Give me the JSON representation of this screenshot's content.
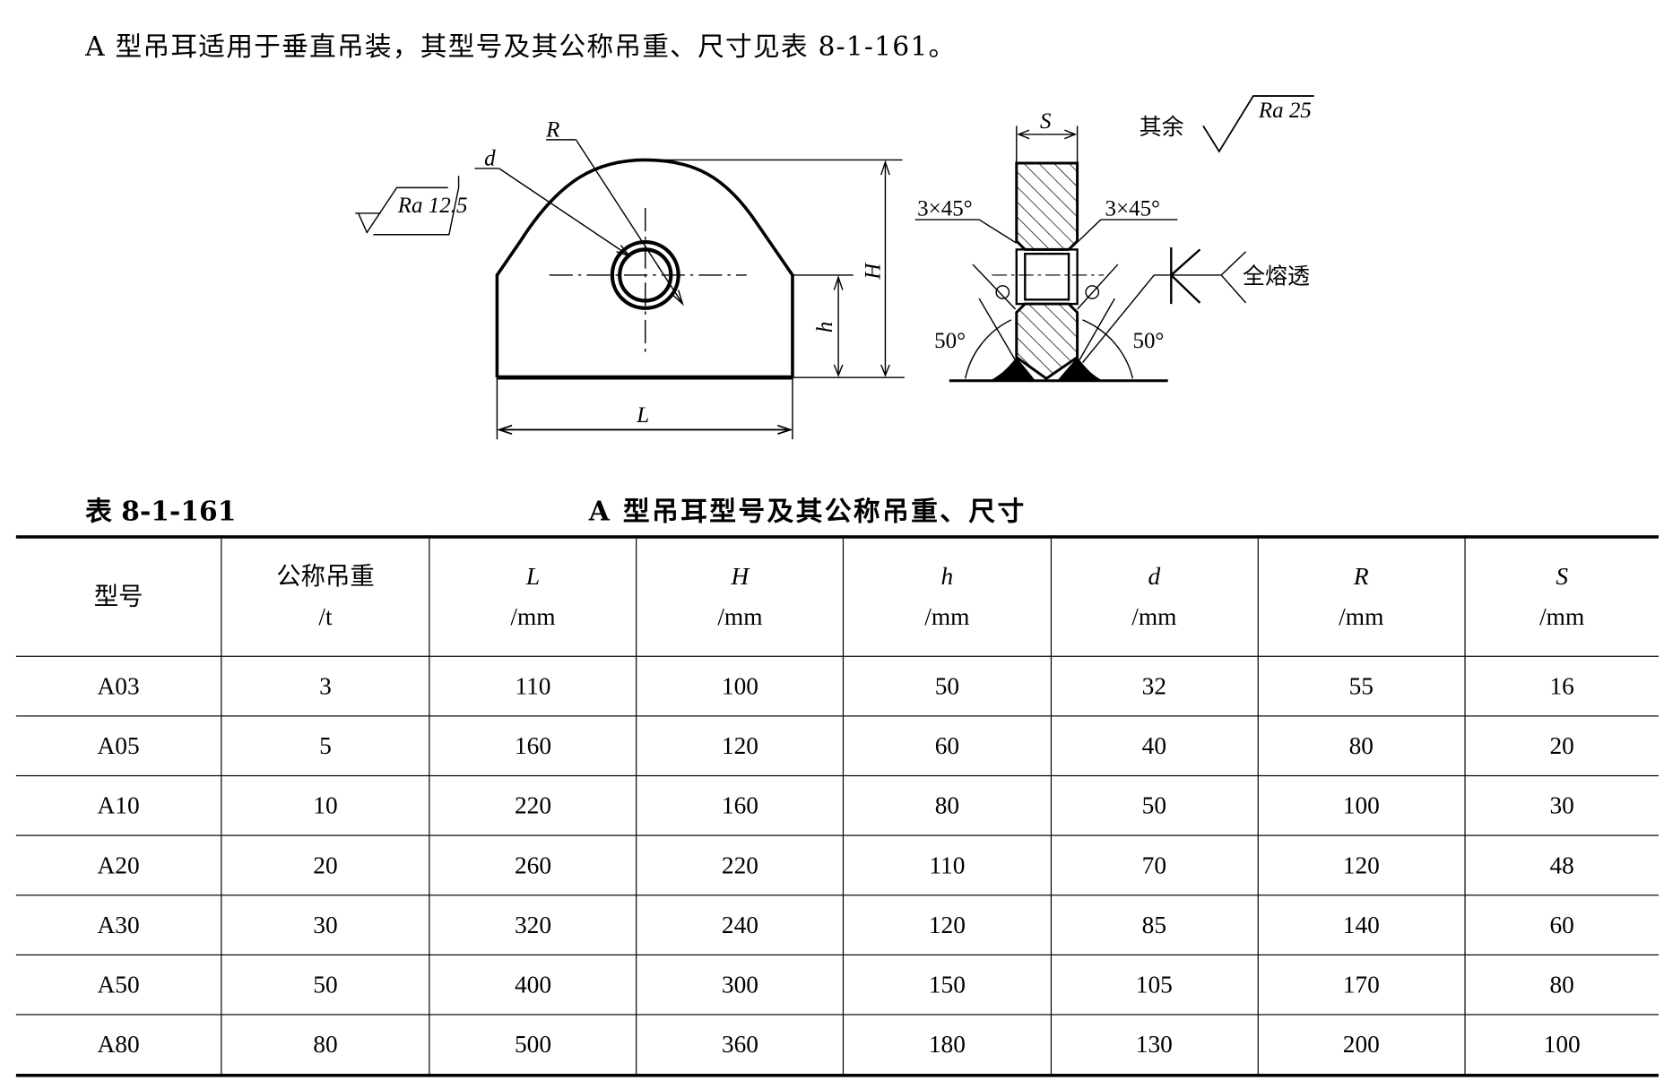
{
  "intro": "A 型吊耳适用于垂直吊装，其型号及其公称吊重、尺寸见表 8-1-161。",
  "drawing": {
    "roughness_left": "Ra 12.5",
    "label_d": "d",
    "label_R": "R",
    "label_H": "H",
    "label_h": "h",
    "label_L": "L",
    "label_S": "S",
    "chamfer_left": "3×45°",
    "chamfer_right": "3×45°",
    "angle_left": "50°",
    "angle_right": "50°",
    "weld_note": "全熔透",
    "rest_label": "其余",
    "roughness_rest": "Ra 25"
  },
  "table": {
    "number": "表 8-1-161",
    "title": "A 型吊耳型号及其公称吊重、尺寸",
    "headers": [
      {
        "name": "型号",
        "unit": ""
      },
      {
        "name": "公称吊重",
        "unit": "/t"
      },
      {
        "name": "L",
        "unit": "/mm"
      },
      {
        "name": "H",
        "unit": "/mm"
      },
      {
        "name": "h",
        "unit": "/mm"
      },
      {
        "name": "d",
        "unit": "/mm"
      },
      {
        "name": "R",
        "unit": "/mm"
      },
      {
        "name": "S",
        "unit": "/mm"
      }
    ],
    "rows": [
      [
        "A03",
        "3",
        "110",
        "100",
        "50",
        "32",
        "55",
        "16"
      ],
      [
        "A05",
        "5",
        "160",
        "120",
        "60",
        "40",
        "80",
        "20"
      ],
      [
        "A10",
        "10",
        "220",
        "160",
        "80",
        "50",
        "100",
        "30"
      ],
      [
        "A20",
        "20",
        "260",
        "220",
        "110",
        "70",
        "120",
        "48"
      ],
      [
        "A30",
        "30",
        "320",
        "240",
        "120",
        "85",
        "140",
        "60"
      ],
      [
        "A50",
        "50",
        "400",
        "300",
        "150",
        "105",
        "170",
        "80"
      ],
      [
        "A80",
        "80",
        "500",
        "360",
        "180",
        "130",
        "200",
        "100"
      ]
    ]
  }
}
